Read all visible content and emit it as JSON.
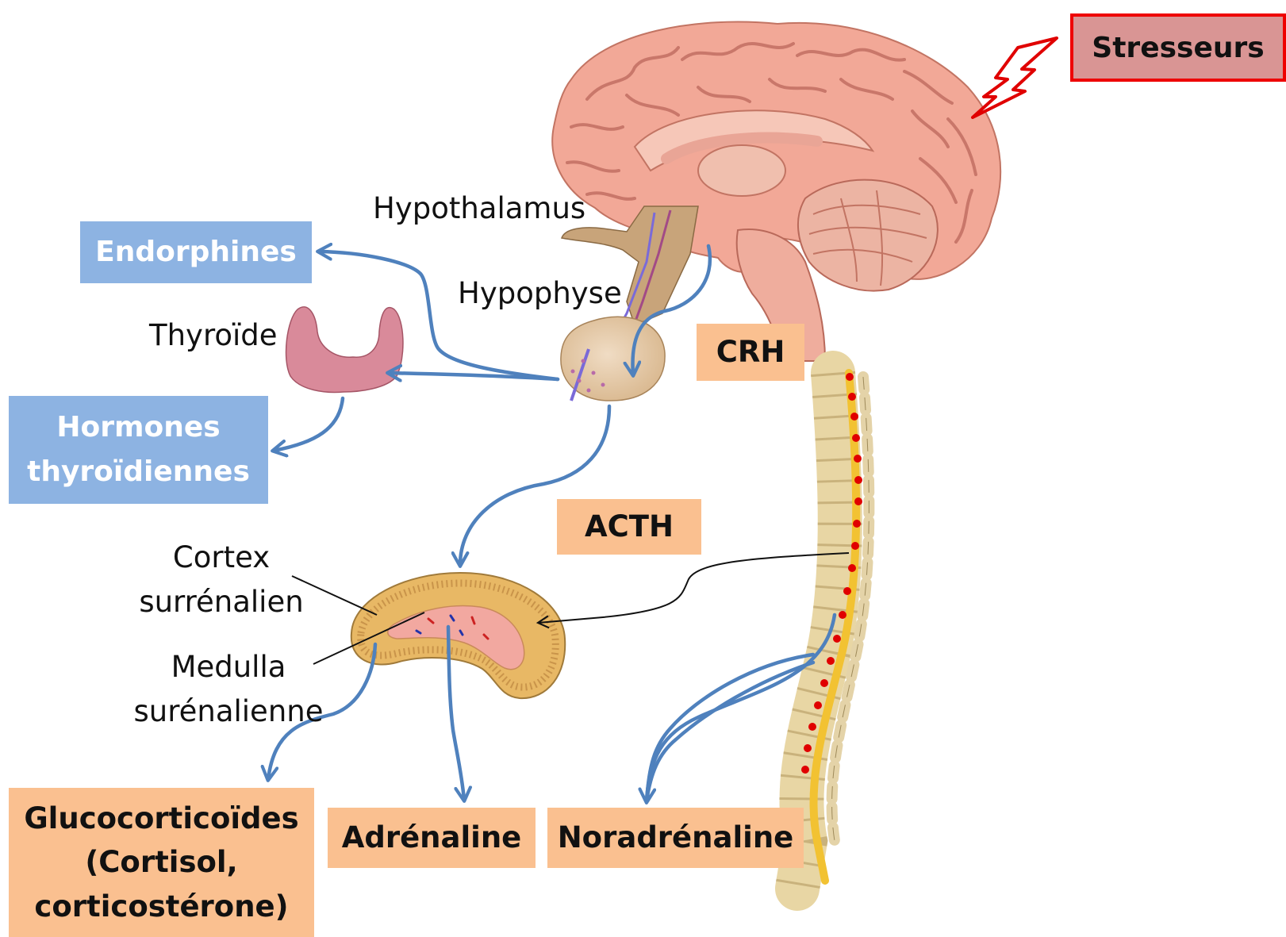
{
  "stressor": "Stresseurs",
  "brain_labels": {
    "hypothalamus": "Hypothalamus",
    "hypophyse": "Hypophyse",
    "thyroide": "Thyroïde"
  },
  "adrenal_labels": {
    "cortex_line1": "Cortex",
    "cortex_line2": "surrénalien",
    "medulla_line1": "Medulla",
    "medulla_line2": "surénalienne"
  },
  "hormones": {
    "crh": "CRH",
    "acth": "ACTH",
    "endorphines": "Endorphines",
    "thyroid_line1": "Hormones",
    "thyroid_line2": "thyroïdiennes",
    "gluco_line1": "Glucocorticoïdes",
    "gluco_line2": "(Cortisol,",
    "gluco_line3": "corticostérone)",
    "adrenaline": "Adrénaline",
    "noradrenaline": "Noradrénaline"
  },
  "colors": {
    "arrow": "#4f81bd",
    "blue_box": "#8db3e2",
    "orange_box": "#fac090",
    "stressor_fill": "#d99594",
    "stressor_border": "#ee0000",
    "brain": "#f2a897",
    "adrenal": "#e8b865",
    "spinal_cord": "#f2c232",
    "nerve_dots": "#e00000"
  }
}
